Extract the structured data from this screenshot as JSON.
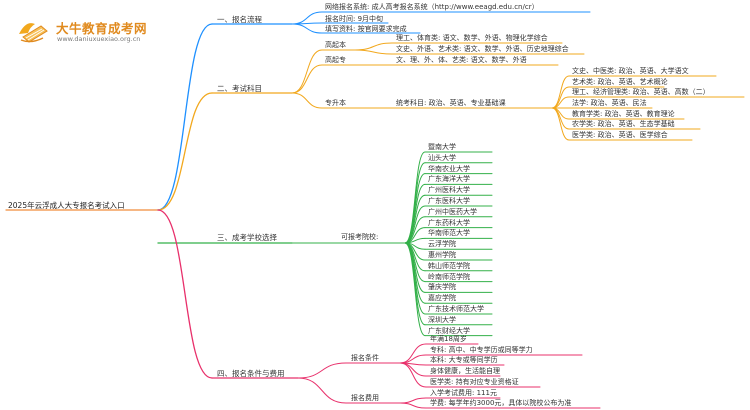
{
  "brand": {
    "name": "大牛教育成考网",
    "url": "www.daniuxuexiao.org.cn"
  },
  "root": "2025年云浮成人大专报名考试入口",
  "colors": {
    "b1": "#1e90ff",
    "b2": "#f2a81d",
    "b3": "#33b049",
    "b4": "#e8306b",
    "root_line": "#f08c3a"
  },
  "branches": {
    "b1": {
      "title": "一、报名流程",
      "items": [
        "网络报名系统: 成人高考报名系统（http://www.eeagd.edu.cn/cr）",
        "报名时间: 9月中旬",
        "填写资料: 按官网要求完成"
      ]
    },
    "b2": {
      "title": "二、考试科目",
      "gqb": {
        "title": "高起本",
        "items": [
          "理工、体育类: 语文、数学、外语、物理化学综合",
          "文史、外语、艺术类: 语文、数学、外语、历史地理综合"
        ]
      },
      "gqz": {
        "title": "高起专",
        "item": "文、理、外、体、艺类: 语文、数学、外语"
      },
      "zsb": {
        "title": "专升本",
        "mid": "统考科目: 政治、英语、专业基础课",
        "items": [
          "文史、中医类: 政治、英语、大学语文",
          "艺术类: 政治、英语、艺术概论",
          "理工、经济管理类: 政治、英语、高数（二）",
          "法学: 政治、英语、民法",
          "教育学类: 政治、英语、教育理论",
          "农学类: 政治、英语、生态学基础",
          "医学类: 政治、英语、医学综合"
        ]
      }
    },
    "b3": {
      "title": "三、成考学校选择",
      "label": "可报考院校:",
      "schools": [
        "暨南大学",
        "汕头大学",
        "华南农业大学",
        "广东海洋大学",
        "广州医科大学",
        "广东医科大学",
        "广州中医药大学",
        "广东药科大学",
        "华南师范大学",
        "云浮学院",
        "惠州学院",
        "韩山师范学院",
        "岭南师范学院",
        "肇庆学院",
        "嘉应学院",
        "广东技术师范大学",
        "深圳大学",
        "广东财经大学"
      ]
    },
    "b4": {
      "title": "四、报名条件与费用",
      "cond": {
        "title": "报名条件",
        "items": [
          "年满18周岁",
          "专科: 高中、中专学历或同等学力",
          "本科: 大专或等同学历",
          "身体健康，生活能自理",
          "医学类: 持有对应专业资格证"
        ]
      },
      "fee": {
        "title": "报名费用",
        "items": [
          "入学考试费用: 111元",
          "学费: 每学年约3000元，具体以院校公布为准"
        ]
      }
    }
  }
}
